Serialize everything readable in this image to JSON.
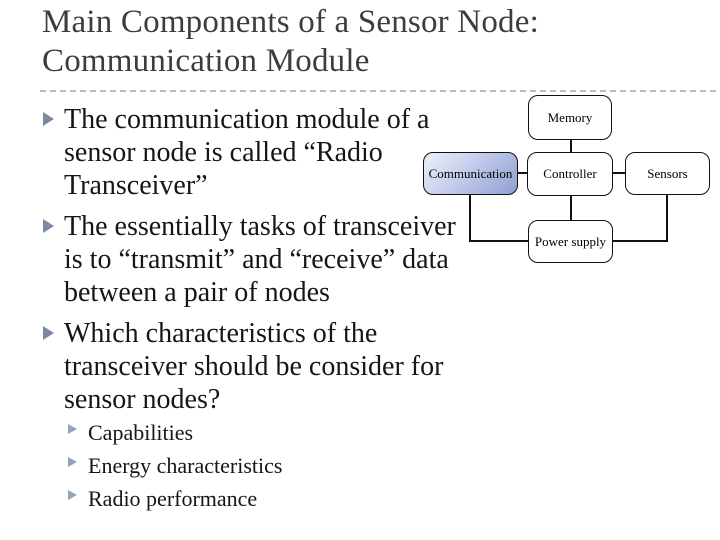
{
  "slide": {
    "title_lines": [
      "Main Components of a Sensor Node:",
      "Communication Module"
    ],
    "bullets": [
      {
        "lines": [
          "The communication module of a",
          "sensor node is called “Radio",
          "Transceiver”"
        ]
      },
      {
        "lines": [
          "The essentially tasks of transceiver",
          "is to “transmit” and “receive” data",
          "between a pair of nodes"
        ]
      },
      {
        "lines": [
          "Which characteristics of the",
          "transceiver should be consider for",
          "sensor nodes?"
        ]
      }
    ],
    "sub_bullets": [
      "Capabilities",
      "Energy characteristics",
      "Radio performance"
    ]
  },
  "diagram": {
    "nodes": {
      "memory": "Memory",
      "communication": "Communication",
      "controller": "Controller",
      "sensors": "Sensors",
      "power_supply": "Power supply"
    },
    "highlighted_node": "Communication",
    "highlight_color": "#9fafd9"
  },
  "colors": {
    "title_text": "#3d3d3d",
    "body_text": "#161616",
    "bullet_marker": "#7b8aa2",
    "sub_bullet_marker": "#93a3b8",
    "separator": "#bdbdbd",
    "node_border": "#111111",
    "background": "#ffffff"
  }
}
